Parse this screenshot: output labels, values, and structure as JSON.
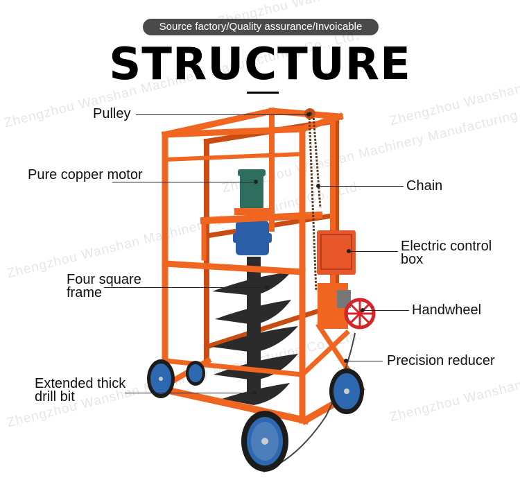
{
  "tagline": "Source factory/Quality assurance/Invoicable",
  "heading": "STRUCTURE",
  "watermarks": [
    "Zhengzhou Wanshan Machinery Manufacturing Co., Ltd.",
    "Zhengzhou Wanshan Machinery Manufacturing Co., Ltd.",
    "Zhengzhou Wanshan Machinery Manufacturing Co., Ltd.",
    "Zhengzhou Wanshan Machinery Manufacturing Co., Ltd.",
    "Zhengzhou Wanshan Machinery Manufacturing Co., Ltd.",
    "Zhengzhou Wanshan Machinery Manufacturing Co., Ltd.",
    "Zhengzhou Wanshan Machinery Manufacturing Co., Ltd."
  ],
  "labels": {
    "pulley": "Pulley",
    "motor": "Pure copper motor",
    "chain": "Chain",
    "control_box_line1": "Electric control",
    "control_box_line2": "box",
    "frame_line1": "Four square",
    "frame_line2": "frame",
    "handwheel": "Handwheel",
    "reducer": "Precision reducer",
    "drill_line1": "Extended thick",
    "drill_line2": "drill bit"
  },
  "colors": {
    "frame": "#f0651f",
    "frame_dark": "#c94d12",
    "motor": "#2f6d5e",
    "reducer": "#2a5fa8",
    "auger": "#2b2b2b",
    "control_box": "#e8572a",
    "handwheel": "#d4262a",
    "wheel_rim": "#2d68b0",
    "tire": "#1c1c1c"
  }
}
